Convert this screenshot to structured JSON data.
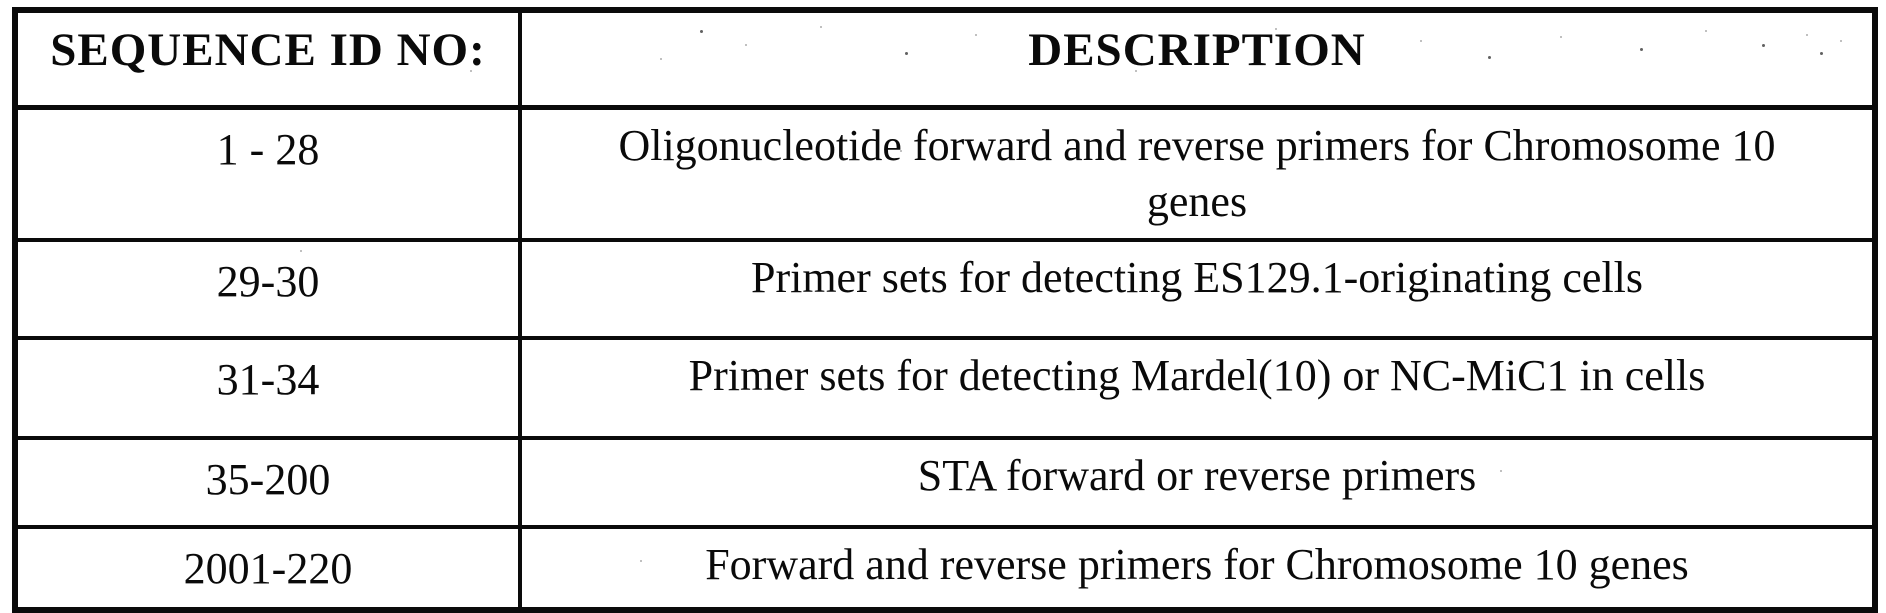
{
  "colors": {
    "ink": "#0a0a0a",
    "paper": "#ffffff"
  },
  "table": {
    "headers": {
      "sequence_id": "SEQUENCE ID NO:",
      "description": "DESCRIPTION"
    },
    "rows": [
      {
        "id": "1 - 28",
        "description": "Oligonucleotide forward and reverse primers for Chromosome 10 genes"
      },
      {
        "id": "29-30",
        "description": "Primer sets for detecting ES129.1-originating cells"
      },
      {
        "id": "31-34",
        "description": "Primer sets for detecting Mardel(10) or NC-MiC1 in cells"
      },
      {
        "id": "35-200",
        "description": "STA forward or reverse primers"
      },
      {
        "id": "2001-220",
        "description": "Forward and reverse primers for Chromosome 10 genes"
      }
    ]
  }
}
